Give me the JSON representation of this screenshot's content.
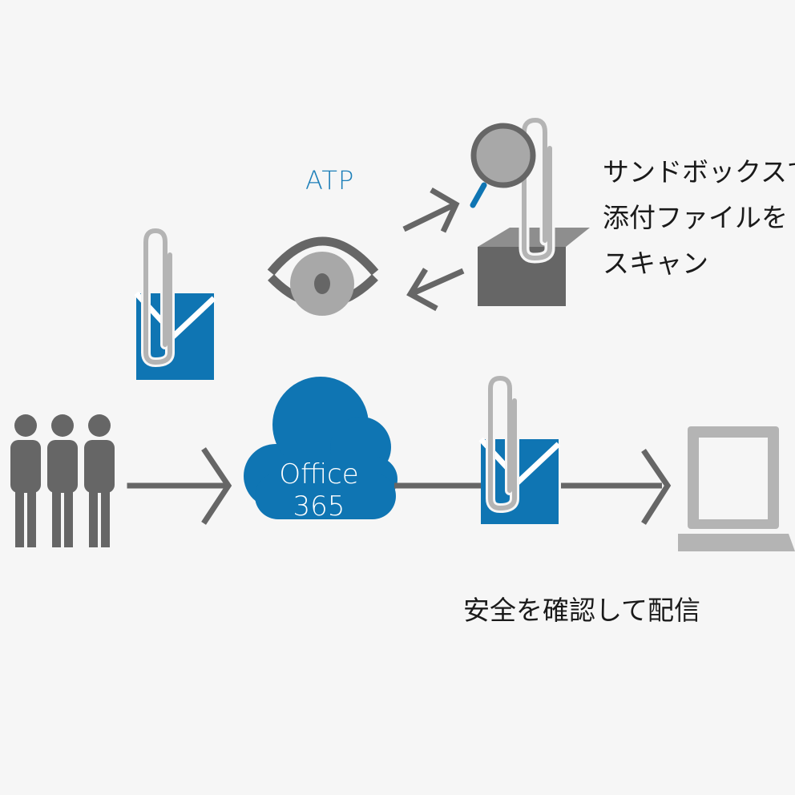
{
  "colors": {
    "background": "#f6f6f6",
    "brand_blue": "#0f75b3",
    "dark_gray": "#666666",
    "mid_gray": "#a8a8a8",
    "light_gray": "#b4b4b4",
    "atp_text": "#1d7fb9"
  },
  "labels": {
    "atp": "ATP",
    "cloud": "Office 365",
    "sandbox_caption": [
      "サンドボックスで",
      "添付ファイルを",
      "スキャン"
    ],
    "deliver_caption": "安全を確認して配信"
  },
  "icons": {
    "users": "users-group-icon",
    "email_top": "email-attachment-icon",
    "email_bottom": "email-attachment-icon",
    "eye": "eye-icon",
    "sandbox": "sandbox-box-icon",
    "magnifier": "magnifier-icon",
    "cloud": "cloud-icon",
    "laptop": "laptop-icon"
  }
}
